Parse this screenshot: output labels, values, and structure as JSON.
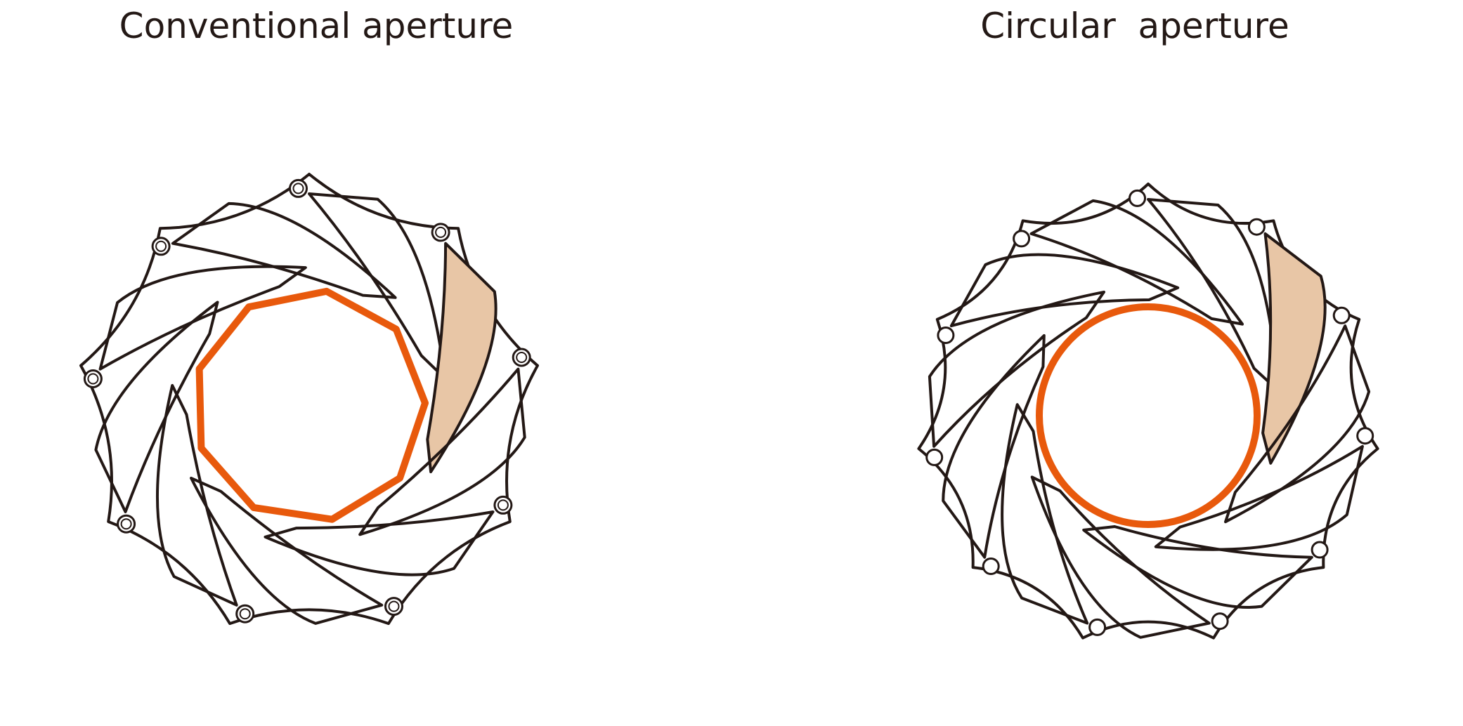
{
  "titles": {
    "left": "Conventional aperture",
    "right": "Circular  aperture"
  },
  "diagrams": [
    {
      "id": "conventional",
      "blade_count": 9,
      "opening_shape": "nonagon",
      "highlighted_blade": 1,
      "pin_style": "double-ring"
    },
    {
      "id": "circular",
      "blade_count": 11,
      "opening_shape": "circle",
      "highlighted_blade": 1,
      "pin_style": "single-ring"
    }
  ],
  "colors": {
    "outline": "#231815",
    "opening": "#e8590c",
    "blade_fill": "#e8c6a6"
  }
}
